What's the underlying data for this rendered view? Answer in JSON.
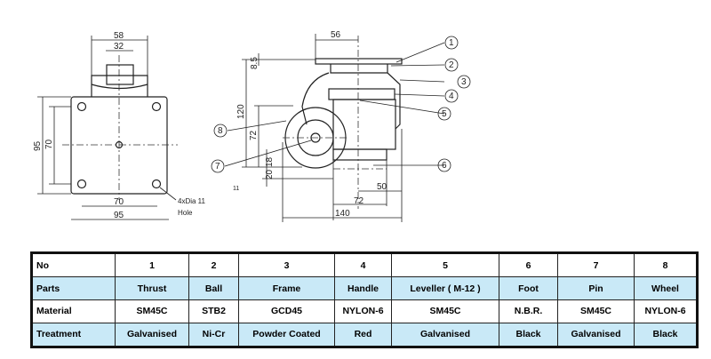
{
  "left_view": {
    "dims": [
      "58",
      "32",
      "95",
      "70",
      "70",
      "95"
    ],
    "hole_note": "4xDia 11",
    "hole_note2": "Hole"
  },
  "side_view": {
    "dims": [
      "56",
      "8.5",
      "120",
      "72",
      "18",
      "20",
      "50",
      "72",
      "140"
    ],
    "note": "11",
    "balloons": [
      "1",
      "2",
      "3",
      "4",
      "5",
      "6",
      "7",
      "8"
    ]
  },
  "table": {
    "headers": [
      "No",
      "1",
      "2",
      "3",
      "4",
      "5",
      "6",
      "7",
      "8"
    ],
    "rows": [
      {
        "label": "Parts",
        "values": [
          "Thrust",
          "Ball",
          "Frame",
          "Handle",
          "Leveller ( M-12 )",
          "Foot",
          "Pin",
          "Wheel"
        ]
      },
      {
        "label": "Material",
        "values": [
          "SM45C",
          "STB2",
          "GCD45",
          "NYLON-6",
          "SM45C",
          "N.B.R.",
          "SM45C",
          "NYLON-6"
        ]
      },
      {
        "label": "Treatment",
        "values": [
          "Galvanised",
          "Ni-Cr",
          "Powder Coated",
          "Red",
          "Galvanised",
          "Black",
          "Galvanised",
          "Black"
        ]
      }
    ]
  }
}
